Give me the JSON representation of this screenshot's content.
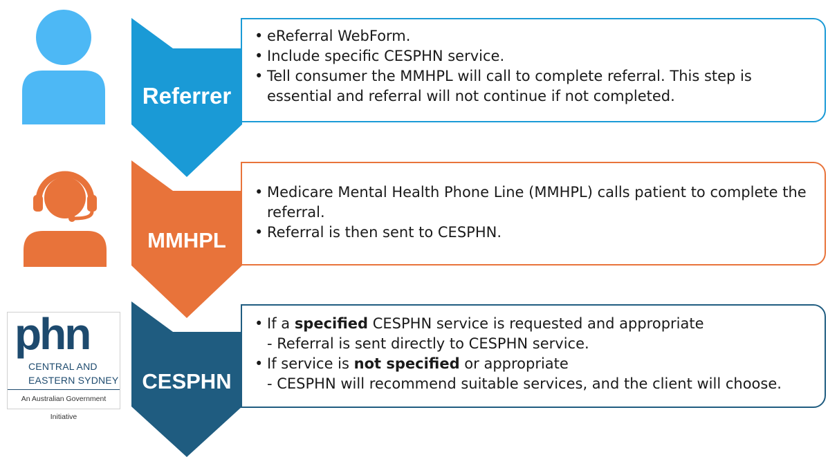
{
  "colors": {
    "referrer": "#1a9ad6",
    "mmhpl": "#e8733a",
    "cesphn": "#1f5c80",
    "person_icon": "#4db8f5",
    "agent_icon": "#e8733a",
    "logo": "#1d4a6e"
  },
  "icons": {
    "referrer": "person-icon",
    "mmhpl": "headset-agent-icon",
    "cesphn": "phn-logo"
  },
  "logo": {
    "wordmark": "phn",
    "line1": "CENTRAL AND",
    "line2": "EASTERN SYDNEY",
    "footer": "An Australian Government Initiative"
  },
  "steps": [
    {
      "label": "Referrer",
      "bullets": [
        "eReferral WebForm.",
        "Include specific CESPHN service.",
        "Tell consumer the MMHPL will call to complete referral. This step is essential and referral will not continue if not completed."
      ]
    },
    {
      "label": "MMHPL",
      "bullets": [
        "Medicare Mental Health Phone Line (MMHPL) calls patient to complete the referral.",
        "Referral is then sent to CESPHN."
      ]
    },
    {
      "label": "CESPHN",
      "bullets": [
        {
          "before": "If a ",
          "bold": "specified",
          "after": " CESPHN service is requested and appropriate"
        },
        {
          "before": "If service is ",
          "bold": "not specified",
          "after": " or appropriate"
        }
      ],
      "subs": [
        "- Referral is sent directly to CESPHN service.",
        "- CESPHN will recommend suitable services, and the client will choose."
      ]
    }
  ]
}
